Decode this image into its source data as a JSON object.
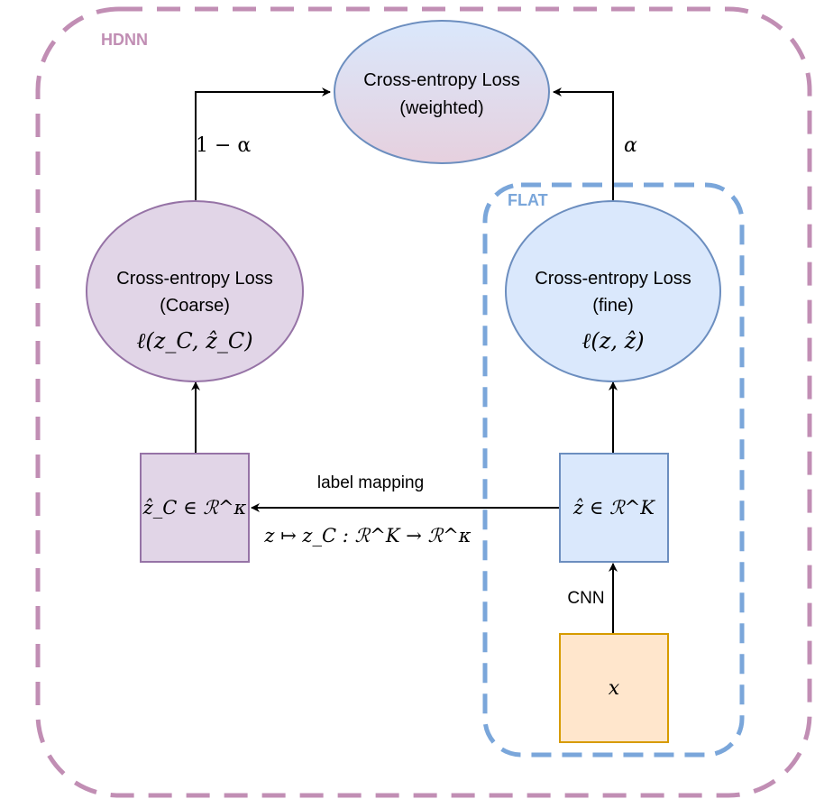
{
  "groups": {
    "hdnn": {
      "label": "HDNN",
      "color": "#c18eb4"
    },
    "flat": {
      "label": "FLAT",
      "color": "#7aa6da"
    }
  },
  "nodes": {
    "weighted_loss": {
      "line1": "Cross-entropy Loss",
      "line2": "(weighted)"
    },
    "coarse_loss": {
      "line1": "Cross-entropy Loss",
      "line2": "(Coarse)",
      "formula": "ℓ(z_C, ẑ_C)"
    },
    "fine_loss": {
      "line1": "Cross-entropy Loss",
      "line2": "(fine)",
      "formula": "ℓ(z, ẑ)"
    },
    "coarse_output": {
      "formula": "ẑ_C ∈ ℛ^κ"
    },
    "fine_output": {
      "formula": "ẑ ∈ ℛ^K"
    },
    "input": {
      "formula": "x"
    }
  },
  "edges": {
    "coarse_to_weighted": {
      "label": "1 − α"
    },
    "fine_to_weighted": {
      "label": "α"
    },
    "mapping": {
      "label": "label mapping",
      "formula": "z ↦ z_C : ℛ^K → ℛ^κ"
    },
    "cnn": {
      "label": "CNN"
    }
  },
  "colors": {
    "purple_fill": "#e1d5e7",
    "purple_stroke": "#9673a6",
    "blue_fill": "#dae8fc",
    "blue_stroke": "#6c8ebf",
    "orange_fill": "#ffe6cc",
    "orange_stroke": "#d79b00",
    "arrow": "#000000"
  }
}
